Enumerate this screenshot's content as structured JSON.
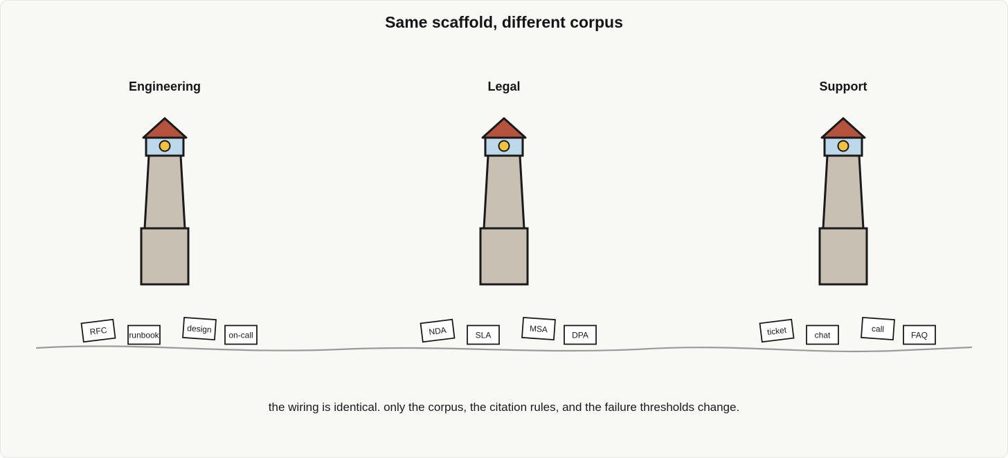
{
  "title": "Same scaffold, different corpus",
  "panels": [
    {
      "label": "Engineering",
      "docs": [
        "RFC",
        "runbook",
        "design",
        "on-call"
      ]
    },
    {
      "label": "Legal",
      "docs": [
        "NDA",
        "SLA",
        "MSA",
        "DPA"
      ]
    },
    {
      "label": "Support",
      "docs": [
        "ticket",
        "chat",
        "call",
        "FAQ"
      ]
    }
  ],
  "caption": "the wiring is identical. only the corpus, the citation rules, and the failure thresholds change.",
  "colors": {
    "background": "#f8f8f5",
    "tower": "#c8c0b2",
    "roof": "#b5533f",
    "lantern": "#bcd8ea",
    "light": "#f2c23e",
    "ground": "#9a9a9a",
    "stroke": "#1a1a1a"
  },
  "icons": [
    "lighthouse-icon",
    "document-icon"
  ]
}
